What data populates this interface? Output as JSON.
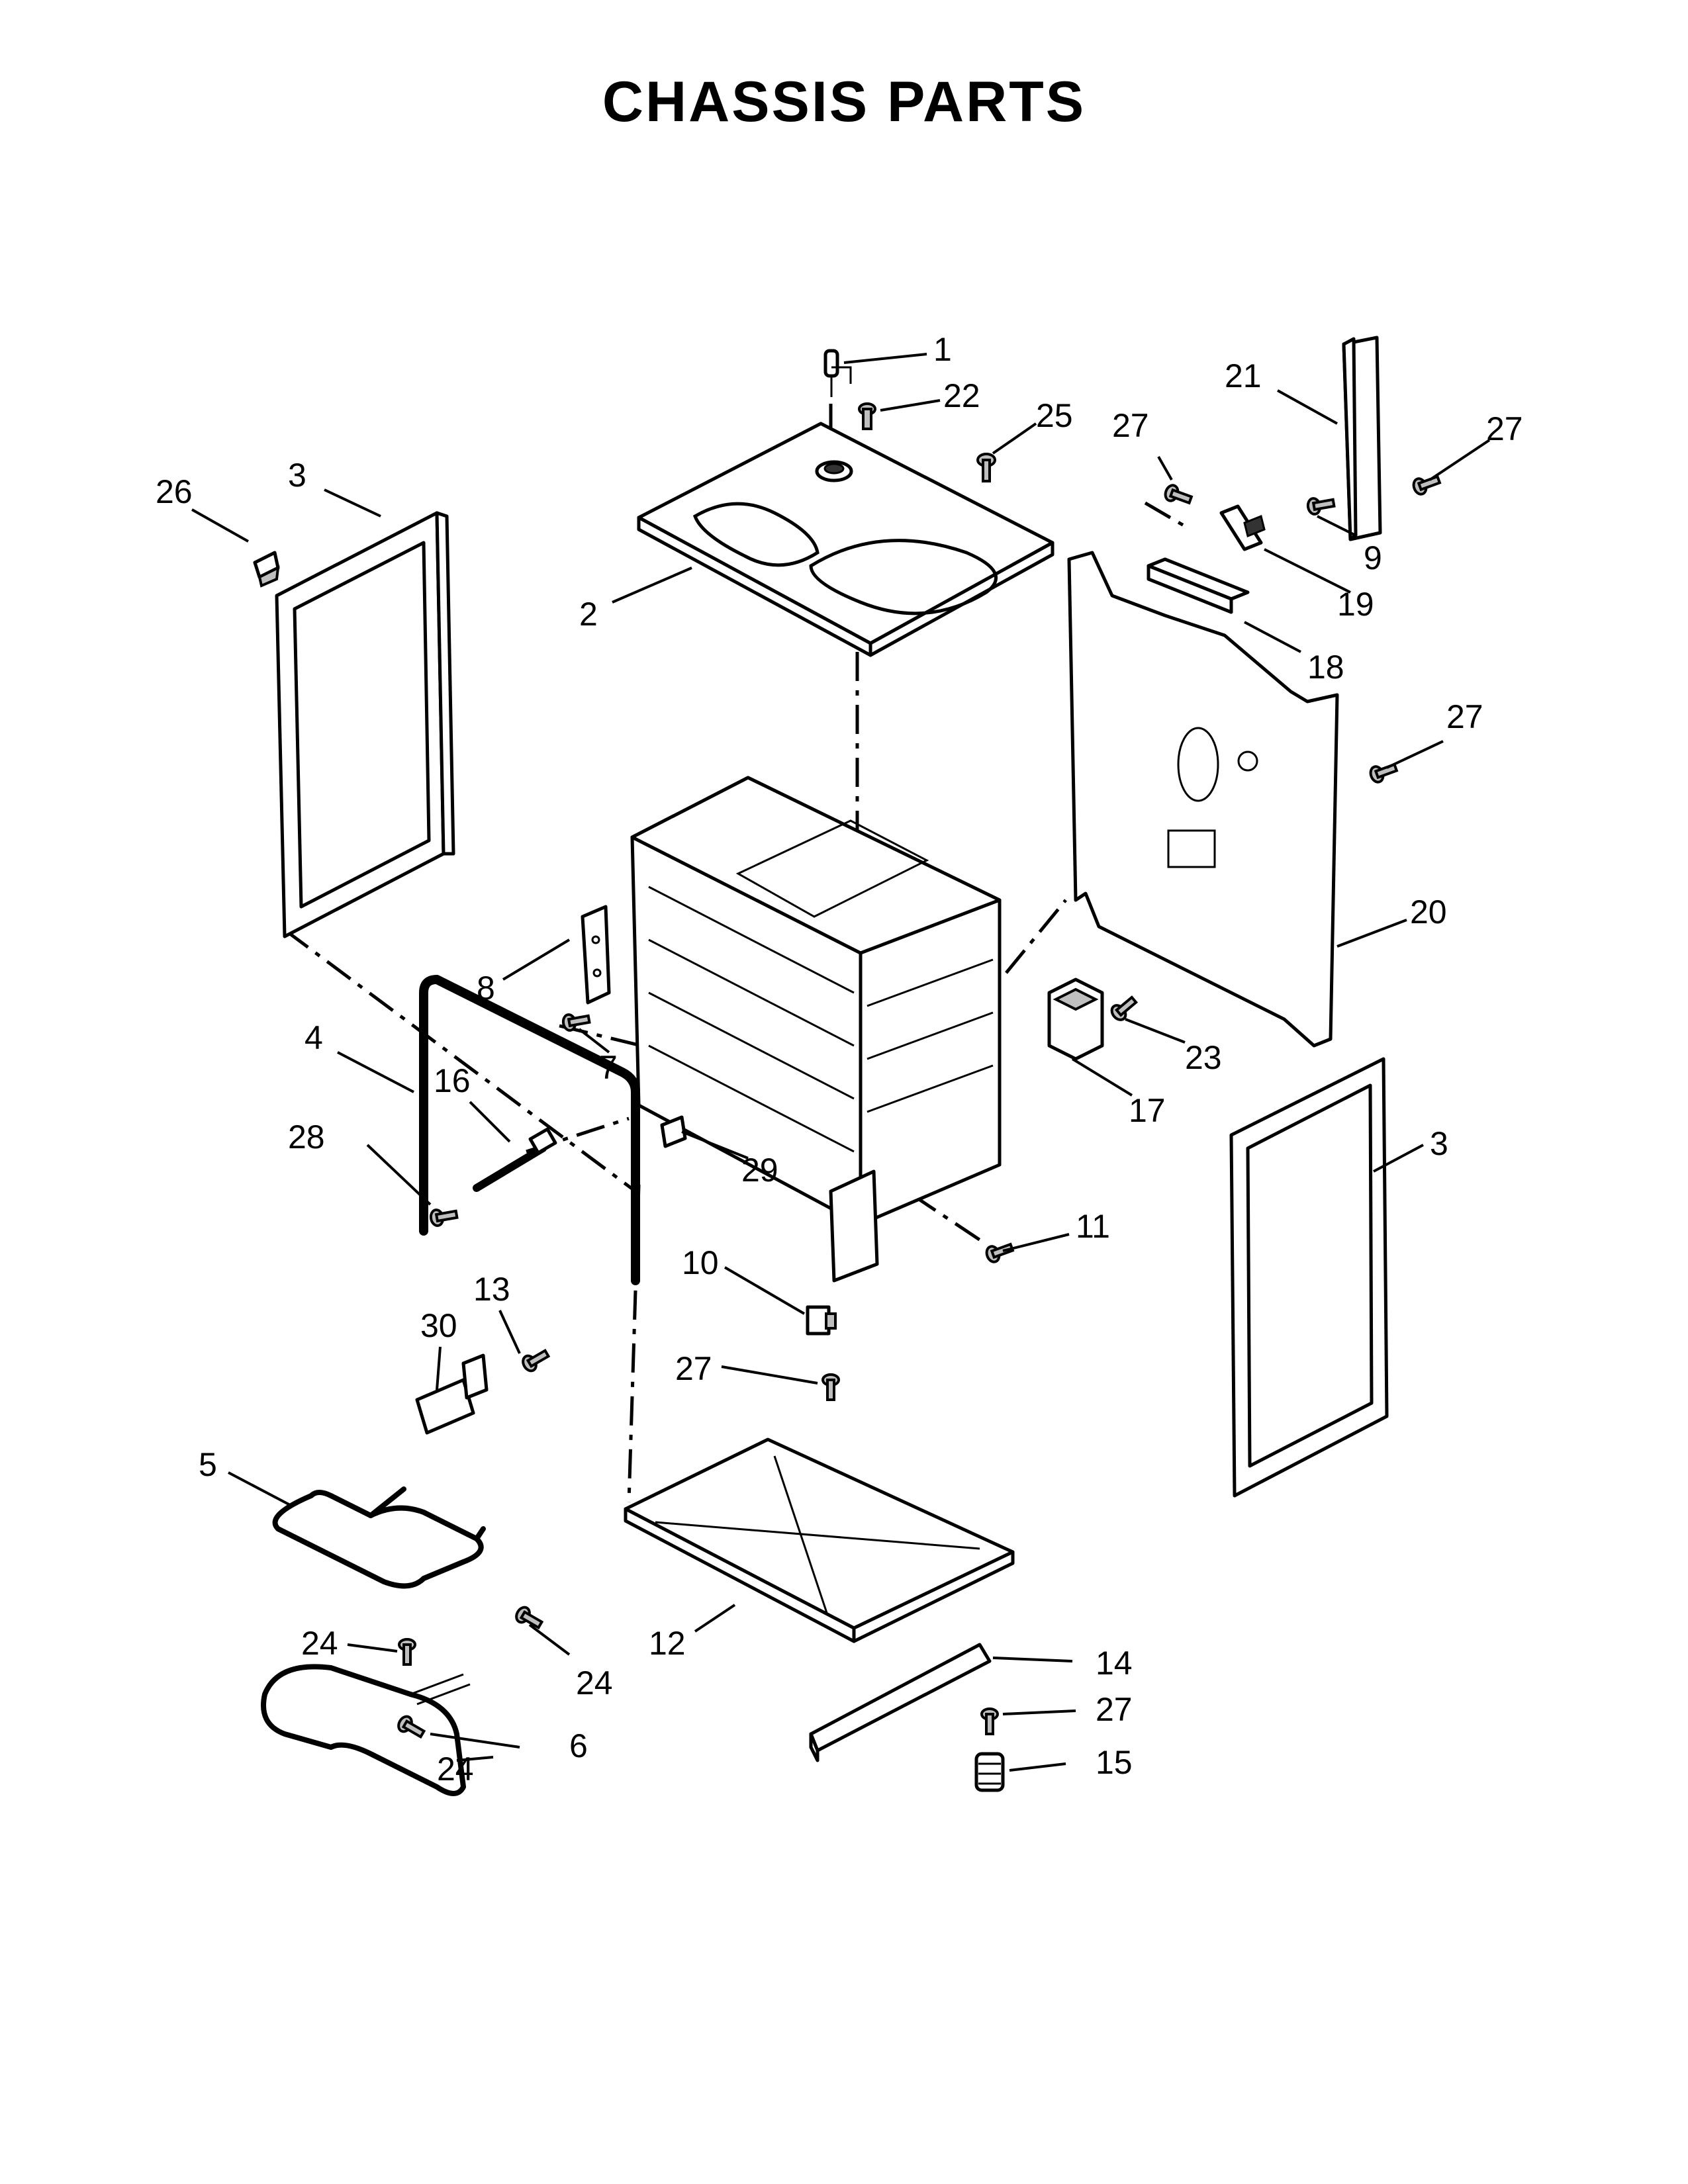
{
  "title": "CHASSIS PARTS",
  "callouts": [
    {
      "id": "c1",
      "text": "1"
    },
    {
      "id": "c22",
      "text": "22"
    },
    {
      "id": "c25",
      "text": "25"
    },
    {
      "id": "c2",
      "text": "2"
    },
    {
      "id": "c3a",
      "text": "3"
    },
    {
      "id": "c26",
      "text": "26"
    },
    {
      "id": "c21",
      "text": "21"
    },
    {
      "id": "c27a",
      "text": "27"
    },
    {
      "id": "c27b",
      "text": "27"
    },
    {
      "id": "c9",
      "text": "9"
    },
    {
      "id": "c19",
      "text": "19"
    },
    {
      "id": "c18",
      "text": "18"
    },
    {
      "id": "c27c",
      "text": "27"
    },
    {
      "id": "c20",
      "text": "20"
    },
    {
      "id": "c23",
      "text": "23"
    },
    {
      "id": "c17",
      "text": "17"
    },
    {
      "id": "c3b",
      "text": "3"
    },
    {
      "id": "c8",
      "text": "8"
    },
    {
      "id": "c7",
      "text": "7"
    },
    {
      "id": "c4",
      "text": "4"
    },
    {
      "id": "c16",
      "text": "16"
    },
    {
      "id": "c28",
      "text": "28"
    },
    {
      "id": "c29",
      "text": "29"
    },
    {
      "id": "c11",
      "text": "11"
    },
    {
      "id": "c10",
      "text": "10"
    },
    {
      "id": "c27d",
      "text": "27"
    },
    {
      "id": "c13",
      "text": "13"
    },
    {
      "id": "c30",
      "text": "30"
    },
    {
      "id": "c5",
      "text": "5"
    },
    {
      "id": "c24a",
      "text": "24"
    },
    {
      "id": "c24b",
      "text": "24"
    },
    {
      "id": "c24c",
      "text": "24"
    },
    {
      "id": "c6",
      "text": "6"
    },
    {
      "id": "c12",
      "text": "12"
    },
    {
      "id": "c14",
      "text": "14"
    },
    {
      "id": "c27e",
      "text": "27"
    },
    {
      "id": "c15",
      "text": "15"
    }
  ]
}
